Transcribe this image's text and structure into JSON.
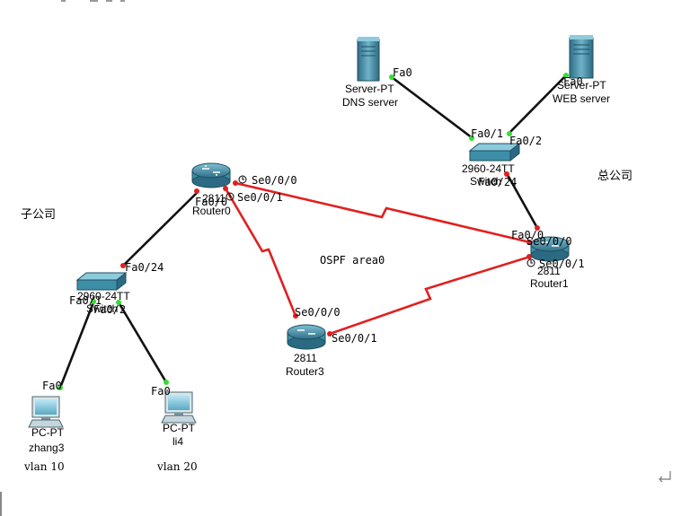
{
  "labels": {
    "branch": "子公司",
    "hq": "总公司",
    "ospf": "OSPF area0"
  },
  "devices": {
    "dns": {
      "type": "Server-PT",
      "name": "DNS server"
    },
    "web": {
      "type": "Server-PT",
      "name": "WEB server"
    },
    "switch_hq": {
      "type": "2960-24TT",
      "name": "Switch"
    },
    "switch_branch": {
      "type": "2960-24TT",
      "name": "Switch"
    },
    "router0": {
      "type": "2811",
      "name": "Router0"
    },
    "router1": {
      "type": "2811",
      "name": "Router1"
    },
    "router3": {
      "type": "2811",
      "name": "Router3"
    },
    "pc_zhang3": {
      "type": "PC-PT",
      "name": "zhang3",
      "vlan": "vlan 10"
    },
    "pc_li4": {
      "type": "PC-PT",
      "name": "li4",
      "vlan": "vlan 20"
    }
  },
  "ports": {
    "dns_fa0": "Fa0",
    "web_fa0": "Fa0",
    "sw_hq_fa01": "Fa0/1",
    "sw_hq_fa02": "Fa0/2",
    "sw_hq_fa024": "Fa0/24",
    "r1_fa00": "Fa0/0",
    "r1_se000": "Se0/0/0",
    "r1_se001": "Se0/0/1",
    "r0_se000": "Se0/0/0",
    "r0_se001": "Se0/0/1",
    "r0_fa00": "Fa0/0",
    "sw_br_fa024": "Fa0/24",
    "sw_br_fa01": "Fa0/1",
    "sw_br_fa02": "Fa0/2",
    "r3_se000": "Se0/0/0",
    "r3_se001": "Se0/0/1",
    "pc1_fa0": "Fa0",
    "pc2_fa0": "Fa0"
  },
  "colors": {
    "serial_link": "#e02020",
    "ethernet_link": "#111111",
    "link_up": "#33dd33",
    "link_down": "#e02020",
    "device_blue": "#3d8fa8"
  },
  "icons": [
    "server-icon",
    "switch-icon",
    "router-icon",
    "pc-icon",
    "clock-icon",
    "return-arrow-icon"
  ]
}
